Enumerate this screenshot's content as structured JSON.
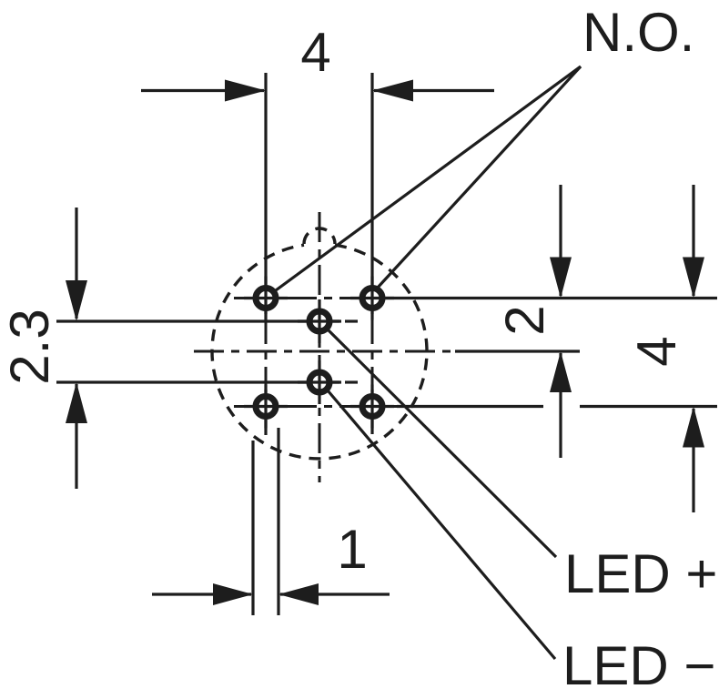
{
  "diagram": {
    "type": "connector-pinout-dimension-drawing",
    "pin_labels": {
      "no": "N.O.",
      "led_plus": "LED +",
      "led_minus": "LED −"
    },
    "dimensions": {
      "top_width": "4",
      "center_pin_pitch": "2.3",
      "upper_row_to_center": "2",
      "row_spacing": "4",
      "hole_diameter": "1"
    },
    "colors": {
      "line": "#1d1d1d",
      "background": "#ffffff"
    }
  }
}
